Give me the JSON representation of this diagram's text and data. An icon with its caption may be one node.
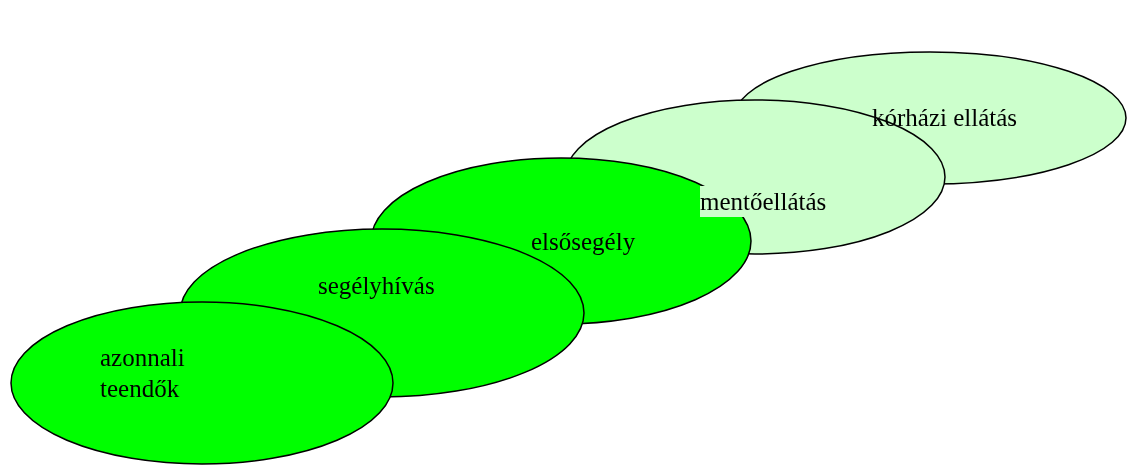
{
  "diagram": {
    "nodes": [
      {
        "text": [
          "azonnali teendők"
        ]
      },
      {
        "text": [
          "segélyhívás"
        ]
      },
      {
        "text": [
          "elsősegély"
        ]
      },
      {
        "text": [
          "mentőellátás"
        ]
      },
      {
        "text": [
          "kórházi ellátás"
        ]
      }
    ]
  }
}
